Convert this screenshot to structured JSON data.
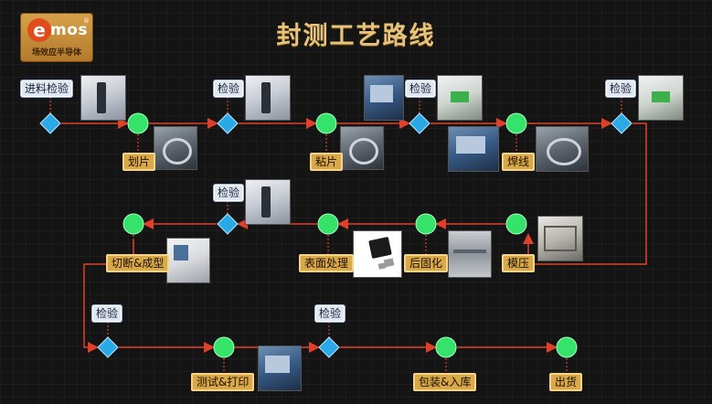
{
  "title": "封测工艺路线",
  "logo": {
    "mark": "e",
    "word": "mos",
    "registered": "®",
    "subtitle": "场效应半导体"
  },
  "colors": {
    "background": "#141414",
    "title": "#e7c27a",
    "connector": "#e0402a",
    "inspection_node": "#29a9e6",
    "process_node": "#36e36a",
    "process_label_fill": "#d9a848",
    "inspection_label_fill": "#dfe7f3"
  },
  "rows": [
    {
      "steps": [
        {
          "type": "inspection",
          "label": "进料检验"
        },
        {
          "type": "process",
          "label": "划片"
        },
        {
          "type": "inspection",
          "label": "检验"
        },
        {
          "type": "process",
          "label": "粘片"
        },
        {
          "type": "inspection",
          "label": "检验"
        },
        {
          "type": "process",
          "label": "焊线"
        },
        {
          "type": "inspection",
          "label": "检验"
        }
      ]
    },
    {
      "steps": [
        {
          "type": "process",
          "label": "模压"
        },
        {
          "type": "process",
          "label": "后固化"
        },
        {
          "type": "process",
          "label": "表面处理"
        },
        {
          "type": "inspection",
          "label": "检验"
        },
        {
          "type": "process",
          "label": "切断&成型"
        }
      ]
    },
    {
      "steps": [
        {
          "type": "inspection",
          "label": "检验"
        },
        {
          "type": "process",
          "label": "测试&打印"
        },
        {
          "type": "inspection",
          "label": "检验"
        },
        {
          "type": "process",
          "label": "包装&入库"
        },
        {
          "type": "process",
          "label": "出货"
        }
      ]
    }
  ]
}
